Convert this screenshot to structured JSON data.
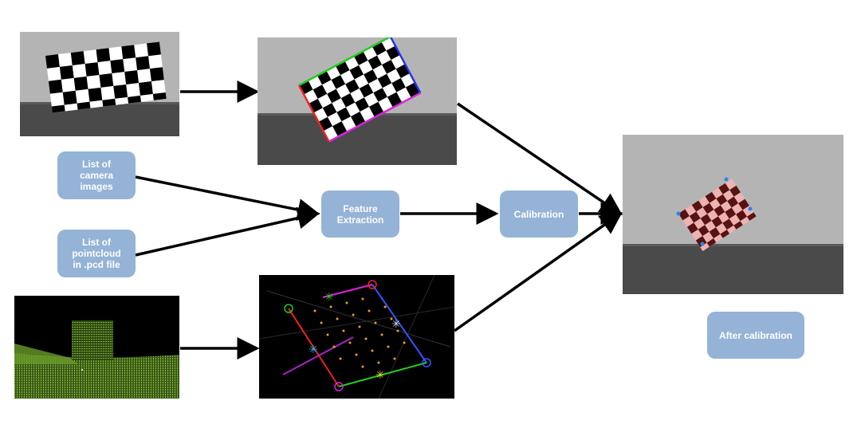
{
  "boxes": {
    "camera_list": "List of\ncamera\nimages",
    "pointcloud_list": "List of\npointcloud\nin .pcd file",
    "feature_extraction": "Feature\nExtraction",
    "calibration": "Calibration",
    "after_calibration": "After calibration"
  },
  "colors": {
    "box_fill": "#94b3d7",
    "box_text": "#ffffff",
    "arrow": "#000000",
    "sky": "#b4b4b4",
    "ground": "#4a4a4a",
    "pointcloud_green": "#6a9a2a"
  }
}
